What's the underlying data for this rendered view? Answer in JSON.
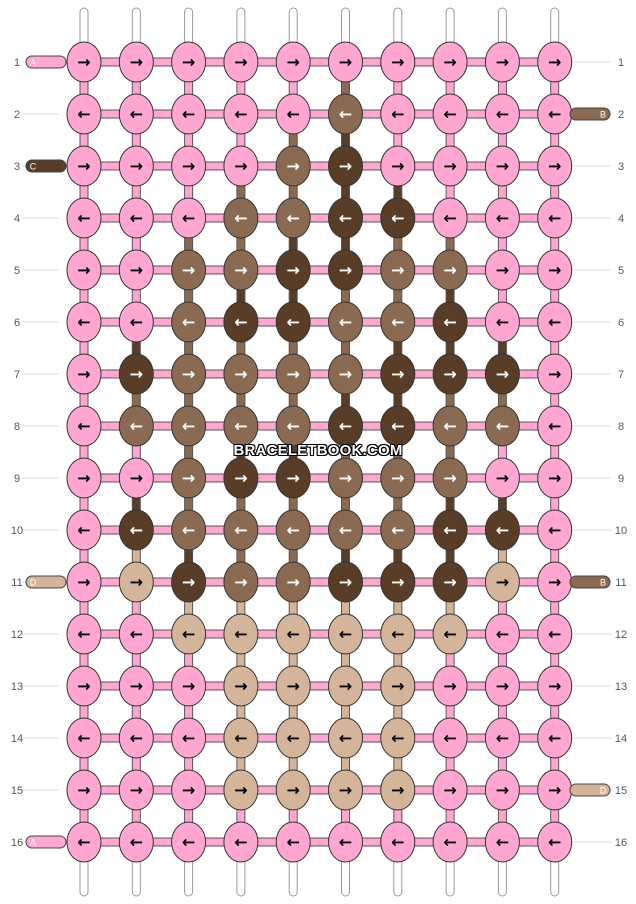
{
  "watermark": "BRACELETBOOK.COM",
  "colors": {
    "A": "#ffa7d1",
    "B": "#8a6a50",
    "C": "#5a3d26",
    "D": "#d4b59a"
  },
  "arrows": {
    "forward": "→",
    "backward": "←"
  },
  "start_labels": {
    "left": [
      {
        "row": 1,
        "label": "A",
        "color": "A"
      },
      {
        "row": 3,
        "label": "C",
        "color": "C"
      },
      {
        "row": 11,
        "label": "D",
        "color": "D"
      },
      {
        "row": 16,
        "label": "A",
        "color": "A"
      }
    ],
    "right": [
      {
        "row": 2,
        "label": "B",
        "color": "B"
      },
      {
        "row": 11,
        "label": "B",
        "color": "B"
      },
      {
        "row": 15,
        "label": "D",
        "color": "D"
      }
    ]
  },
  "rows": [
    {
      "n": 1,
      "knots": "AAAAAAAAAA",
      "dir": "FFFFFFFFFF"
    },
    {
      "n": 2,
      "knots": "AAAAABAAAA",
      "dir": "BBBBBBBBBB"
    },
    {
      "n": 3,
      "knots": "AAAABCAAAA",
      "dir": "FFFFFFFFFF"
    },
    {
      "n": 4,
      "knots": "AAABBCCAAA",
      "dir": "BBBBBBBBBB"
    },
    {
      "n": 5,
      "knots": "AABBCCBBAA",
      "dir": "FFFFFFFFFF"
    },
    {
      "n": 6,
      "knots": "AABCCBBCAA",
      "dir": "BBBBBBBBBB"
    },
    {
      "n": 7,
      "knots": "ACBBBBCCCA",
      "dir": "FFFFFFFFFF"
    },
    {
      "n": 8,
      "knots": "ABBBBCCBBA",
      "dir": "BBBBBBBBBB"
    },
    {
      "n": 9,
      "knots": "AABCCBBBAA",
      "dir": "FFFFFFFFFF"
    },
    {
      "n": 10,
      "knots": "ACBBBBBCCA",
      "dir": "BBBBBBBBBB"
    },
    {
      "n": 11,
      "knots": "ADCBBCCCDA",
      "dir": "FFFFFFFFFF"
    },
    {
      "n": 12,
      "knots": "AADDDDDDAA",
      "dir": "BBBBBBBBBB"
    },
    {
      "n": 13,
      "knots": "AAADDDDAAA",
      "dir": "FFFFFFFFFF"
    },
    {
      "n": 14,
      "knots": "AAADDDDAAA",
      "dir": "BBBBBBBBBB"
    },
    {
      "n": 15,
      "knots": "AAADDDDAAA",
      "dir": "FFFFFFFFFF"
    },
    {
      "n": 16,
      "knots": "AAAAAAAAAA",
      "dir": "BBBBBBBBBB"
    }
  ]
}
